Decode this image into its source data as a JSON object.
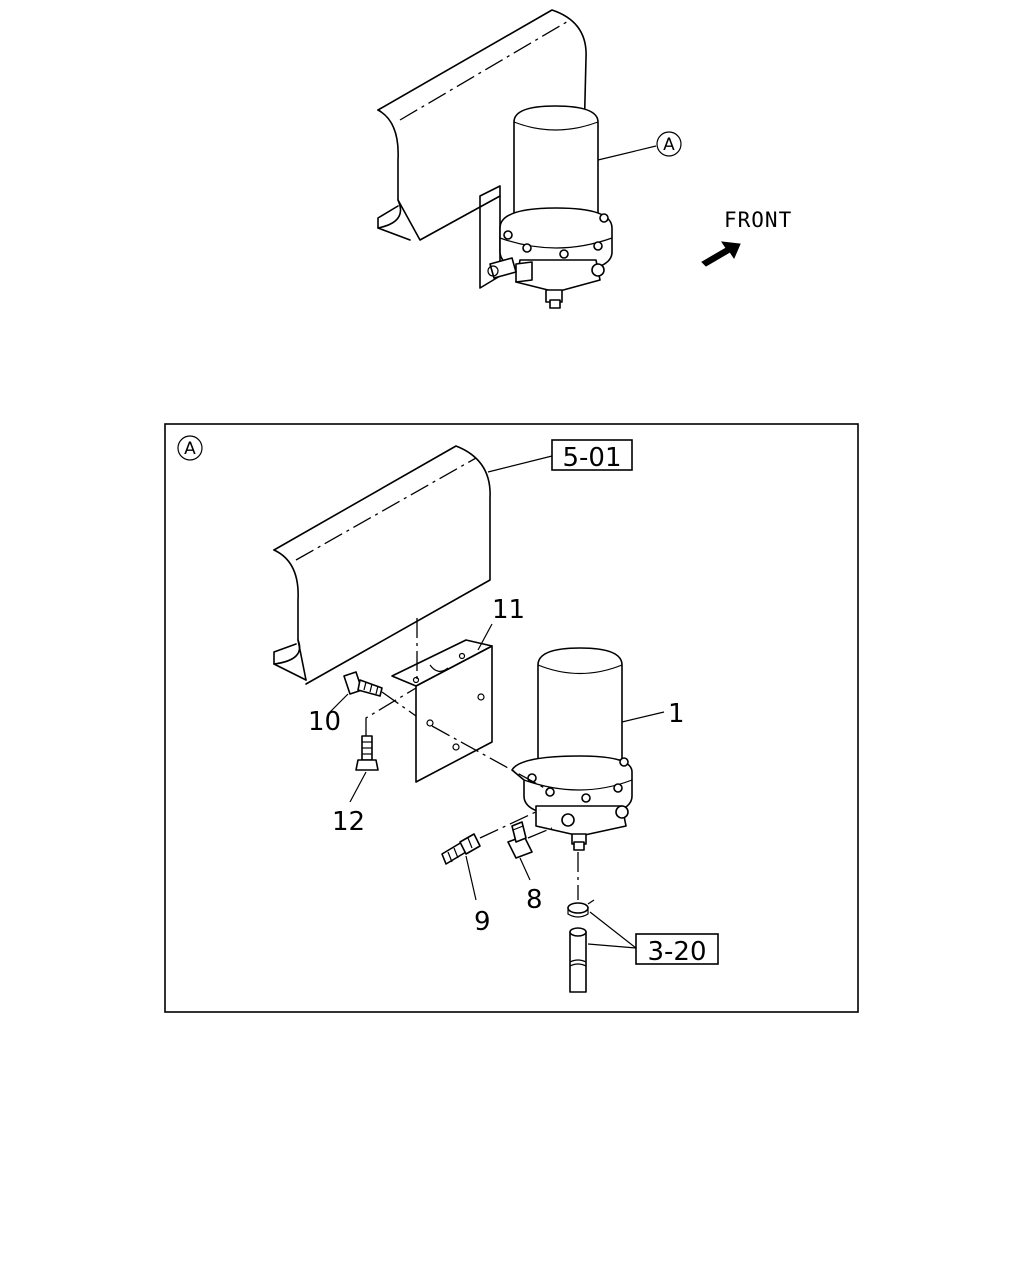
{
  "overview": {
    "detail_marker": "A",
    "direction_label": "FRONT"
  },
  "detail": {
    "marker": "A",
    "refs": [
      {
        "id": "frame",
        "text": "5-01"
      },
      {
        "id": "hose",
        "text": "3-20"
      }
    ],
    "callouts": [
      {
        "part": "air-dryer",
        "number": "1"
      },
      {
        "part": "elbow",
        "number": "8"
      },
      {
        "part": "connector",
        "number": "9"
      },
      {
        "part": "bolt",
        "number": "10"
      },
      {
        "part": "bracket",
        "number": "11"
      },
      {
        "part": "bolt",
        "number": "12"
      }
    ]
  }
}
